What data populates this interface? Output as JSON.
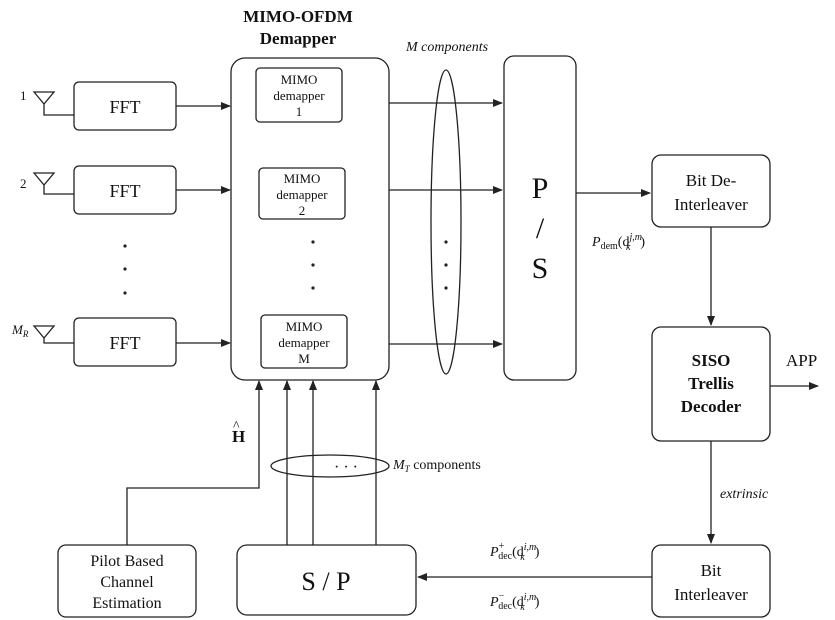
{
  "title_line1": "MIMO-OFDM",
  "title_line2": "Demapper",
  "m_components": "M components",
  "antenna_labels": [
    "1",
    "2"
  ],
  "antenna_mr": "M",
  "antenna_mr_sub": "R",
  "fft_label": "FFT",
  "demapper_line1": "MIMO",
  "demapper_line2": "demapper",
  "demapper_ids": [
    "1",
    "2",
    "M"
  ],
  "ps_top": "P",
  "ps_mid": "/",
  "ps_bottom": "S",
  "deinterleaver_line1": "Bit De-",
  "deinterleaver_line2": "Interleaver",
  "pdem_label": "P",
  "pdem_sub": "dem",
  "pdem_arg": "(d",
  "pdem_sup": "j,m",
  "pdem_sub_k": "k",
  "pdem_close": ")",
  "siso_line1": "SISO",
  "siso_line2": "Trellis",
  "siso_line3": "Decoder",
  "app_label": "APP",
  "extrinsic_label": "extrinsic",
  "interleaver_line1": "Bit",
  "interleaver_line2": "Interleaver",
  "pdec_plus": "+",
  "pdec_minus": "−",
  "pdec_sub": "dec",
  "pdec_sup": "i,m",
  "h_label": "H",
  "h_hat": "^",
  "mt_label": "M",
  "mt_sub": "T",
  "mt_components": " components",
  "sp_label": "S / P",
  "pilot_line1": "Pilot Based",
  "pilot_line2": "Channel",
  "pilot_line3": "Estimation",
  "ellipsis": "· · ·"
}
